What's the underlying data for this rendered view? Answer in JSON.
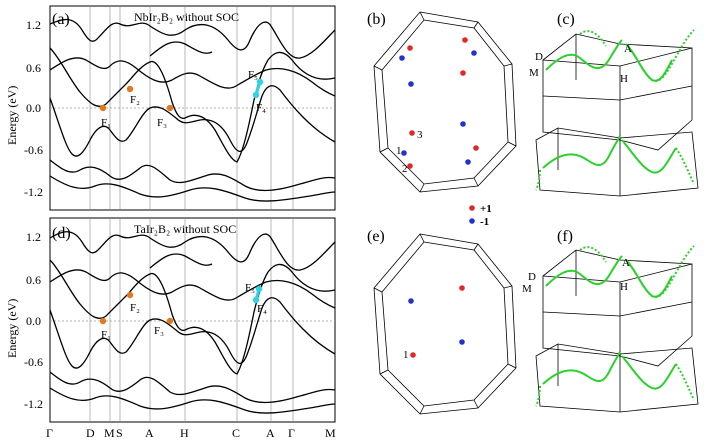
{
  "panels": {
    "a": "(a)",
    "b": "(b)",
    "c": "(c)",
    "d": "(d)",
    "e": "(e)",
    "f": "(f)"
  },
  "titles": {
    "top": "NbIr₂B₂ without SOC",
    "bottom": "TaIr₂B₂ without SOC"
  },
  "y_axis_label": "Energy (eV)",
  "y_ticks": [
    "1.2",
    "0.6",
    "0.0",
    "-0.6",
    "-1.2"
  ],
  "x_ticks": [
    "Γ",
    "D",
    "M",
    "S",
    "A",
    "H",
    "C",
    "A",
    "Γ",
    "M"
  ],
  "fermi_points": [
    "F₁",
    "F₂",
    "F₃",
    "F₄",
    "F₅"
  ],
  "bz_points_b": [
    "1",
    "2",
    "3"
  ],
  "bz_points_e": [
    "1"
  ],
  "hsp_labels": {
    "D": "D",
    "A": "A",
    "M": "M",
    "H": "H"
  },
  "legend": {
    "plus": "+1",
    "minus": "-1"
  },
  "colors": {
    "band": "#000000",
    "weyl_orange": "#e07a1f",
    "weyl_cyan": "#2fd4e6",
    "chirality_plus": "#e32626",
    "chirality_minus": "#2233cc",
    "nodal_line": "#2bd12b"
  }
}
